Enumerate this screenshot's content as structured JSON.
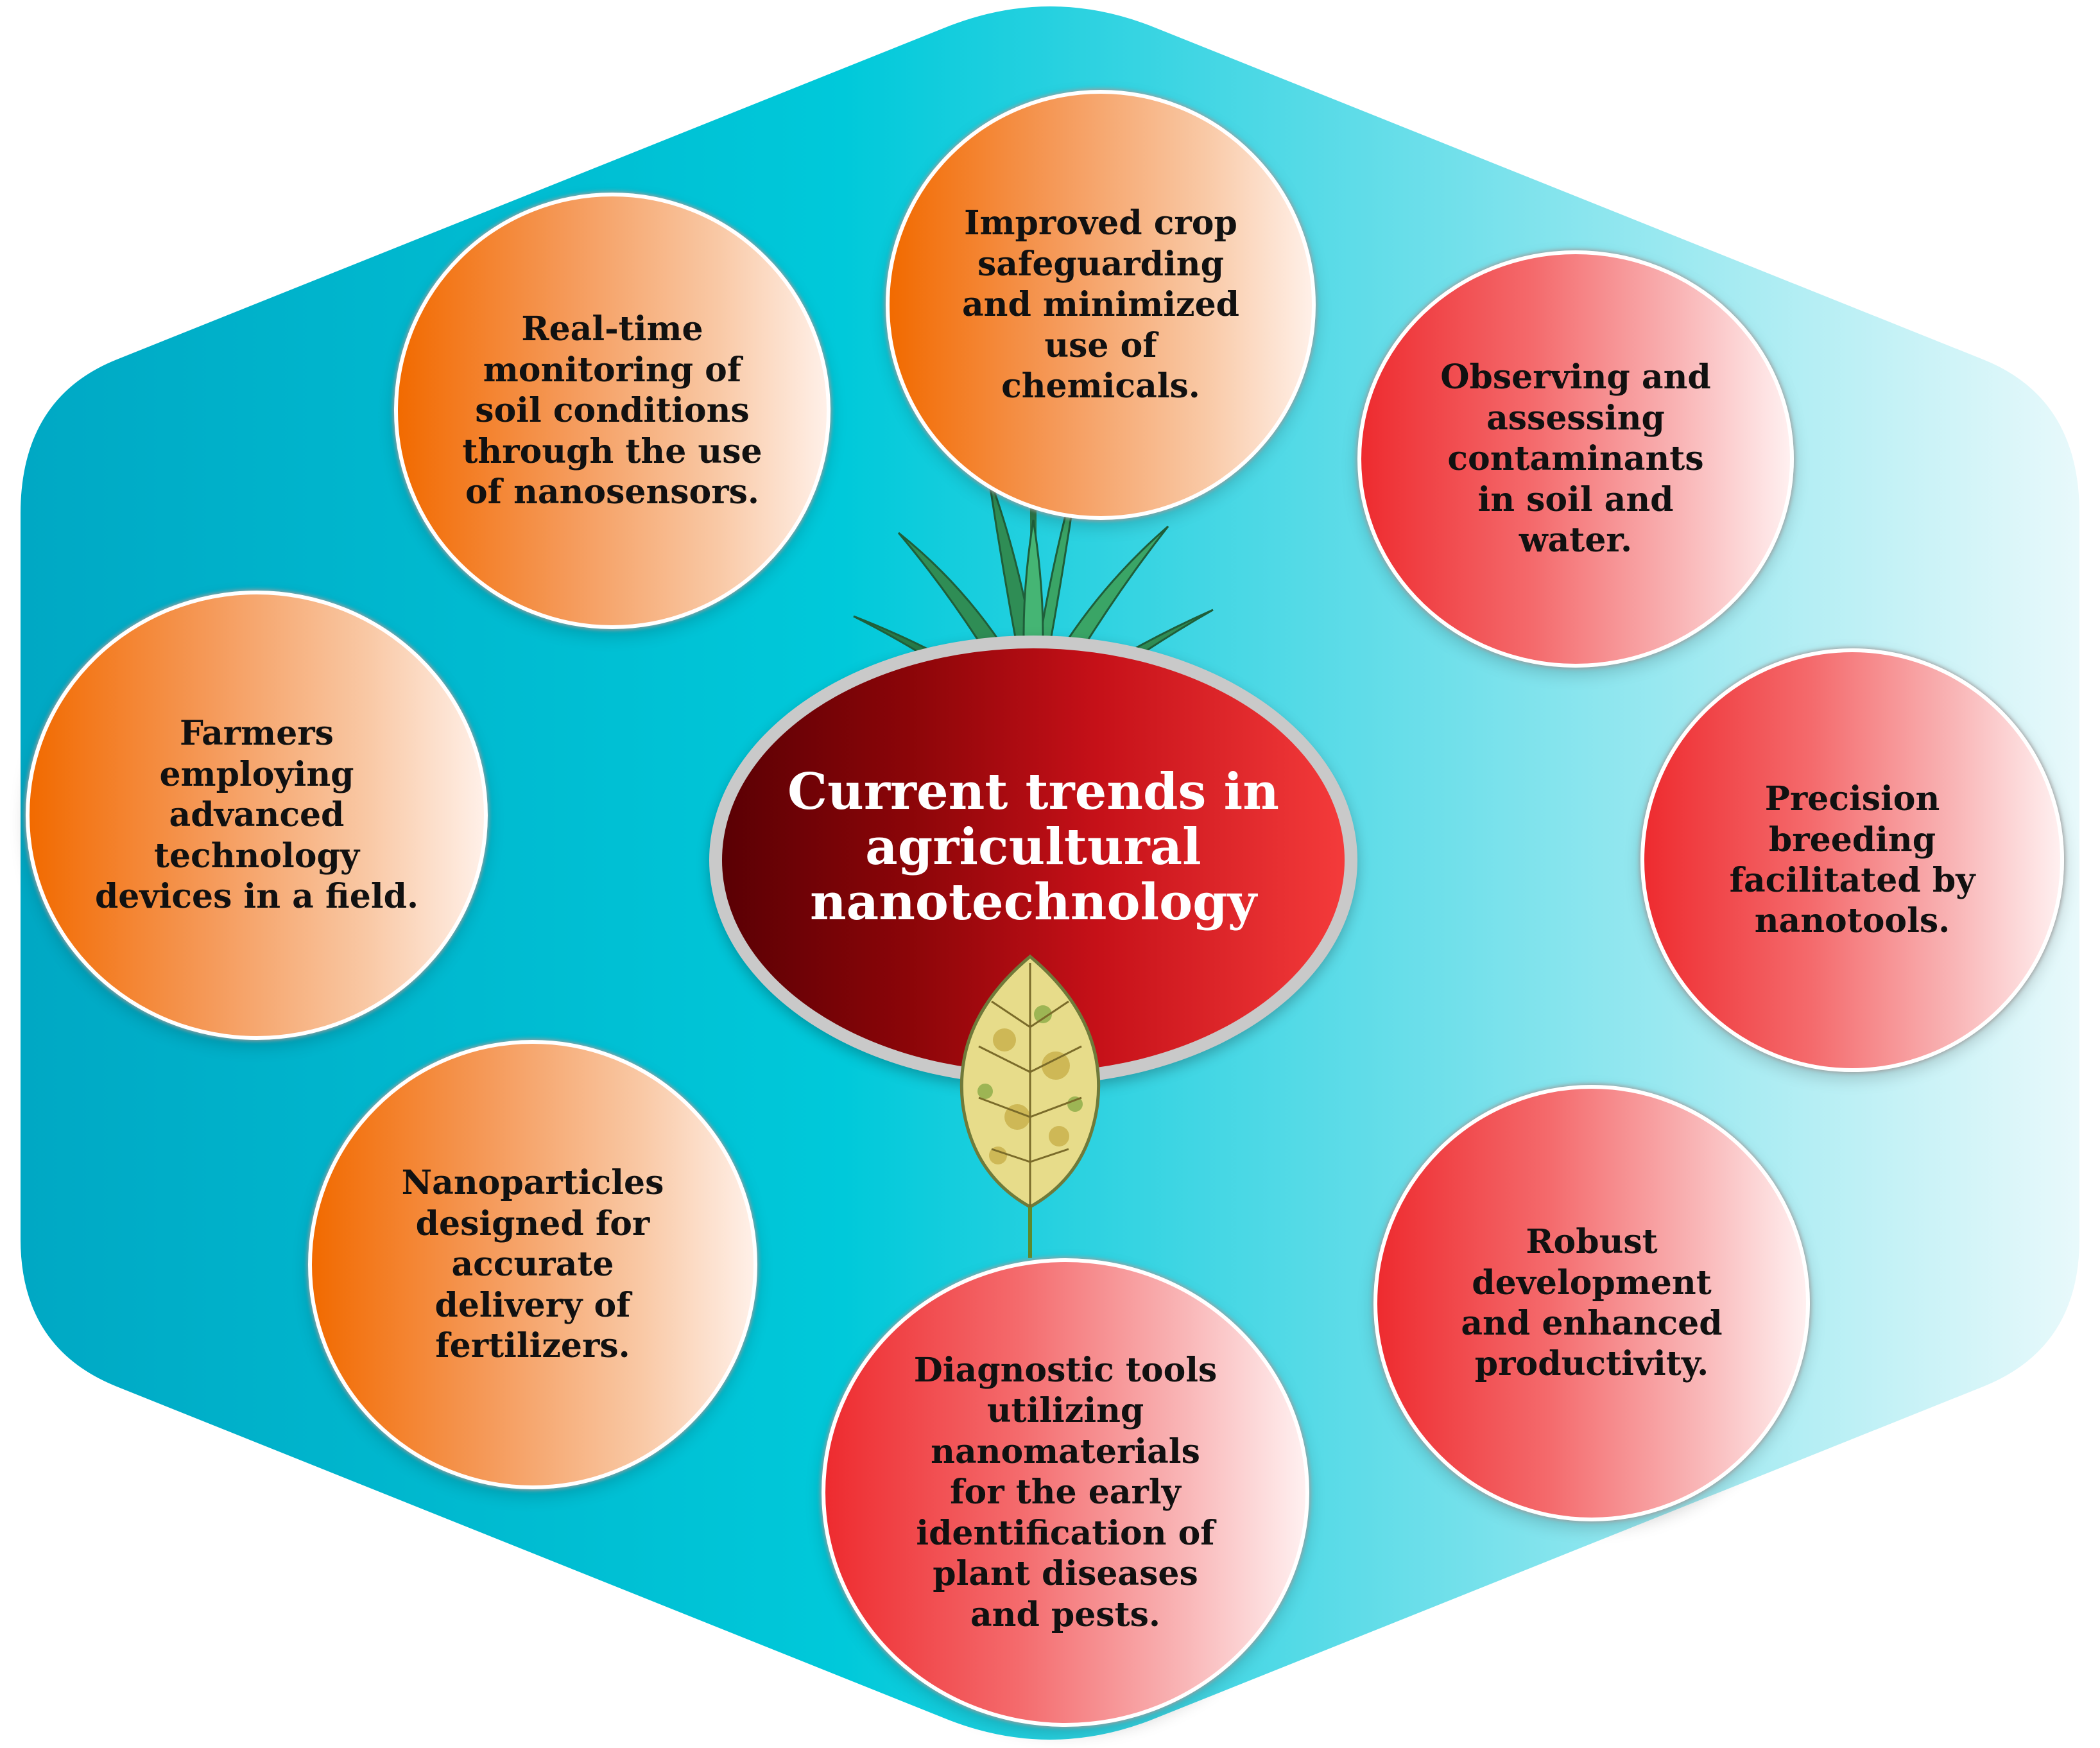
{
  "center": {
    "title": "Current trends in\nagricultural\nnanotechnology"
  },
  "bubbles": [
    {
      "id": "crop",
      "color": "orange",
      "text": "Improved crop\nsafeguarding\nand minimized\nuse of\nchemicals."
    },
    {
      "id": "soil-monitoring",
      "color": "orange",
      "text": "Real-time\nmonitoring of\nsoil conditions\nthrough the use\nof nanosensors."
    },
    {
      "id": "farmers",
      "color": "orange",
      "text": "Farmers\nemploying\nadvanced\ntechnology\ndevices in a field."
    },
    {
      "id": "nanoparticles",
      "color": "orange",
      "text": "Nanoparticles\ndesigned for\naccurate\ndelivery of\nfertilizers."
    },
    {
      "id": "contaminants",
      "color": "red",
      "text": "Observing and\nassessing\ncontaminants\nin soil and\nwater."
    },
    {
      "id": "breeding",
      "color": "red",
      "text": "Precision\nbreeding\nfacilitated by\nnanotools."
    },
    {
      "id": "productivity",
      "color": "red",
      "text": "Robust\ndevelopment\nand enhanced\nproductivity."
    },
    {
      "id": "diagnostics",
      "color": "red",
      "text": "Diagnostic tools\nutilizing\nnanomaterials\nfor the early\nidentification of\nplant diseases\nand pests."
    }
  ],
  "colors": {
    "hexagon_left": "#00b6cf",
    "hexagon_right": "#e8f9fb",
    "orange": "#f26a00",
    "red": "#ee2b2f",
    "center_dark": "#5a0004",
    "center_light": "#f43b3b"
  }
}
